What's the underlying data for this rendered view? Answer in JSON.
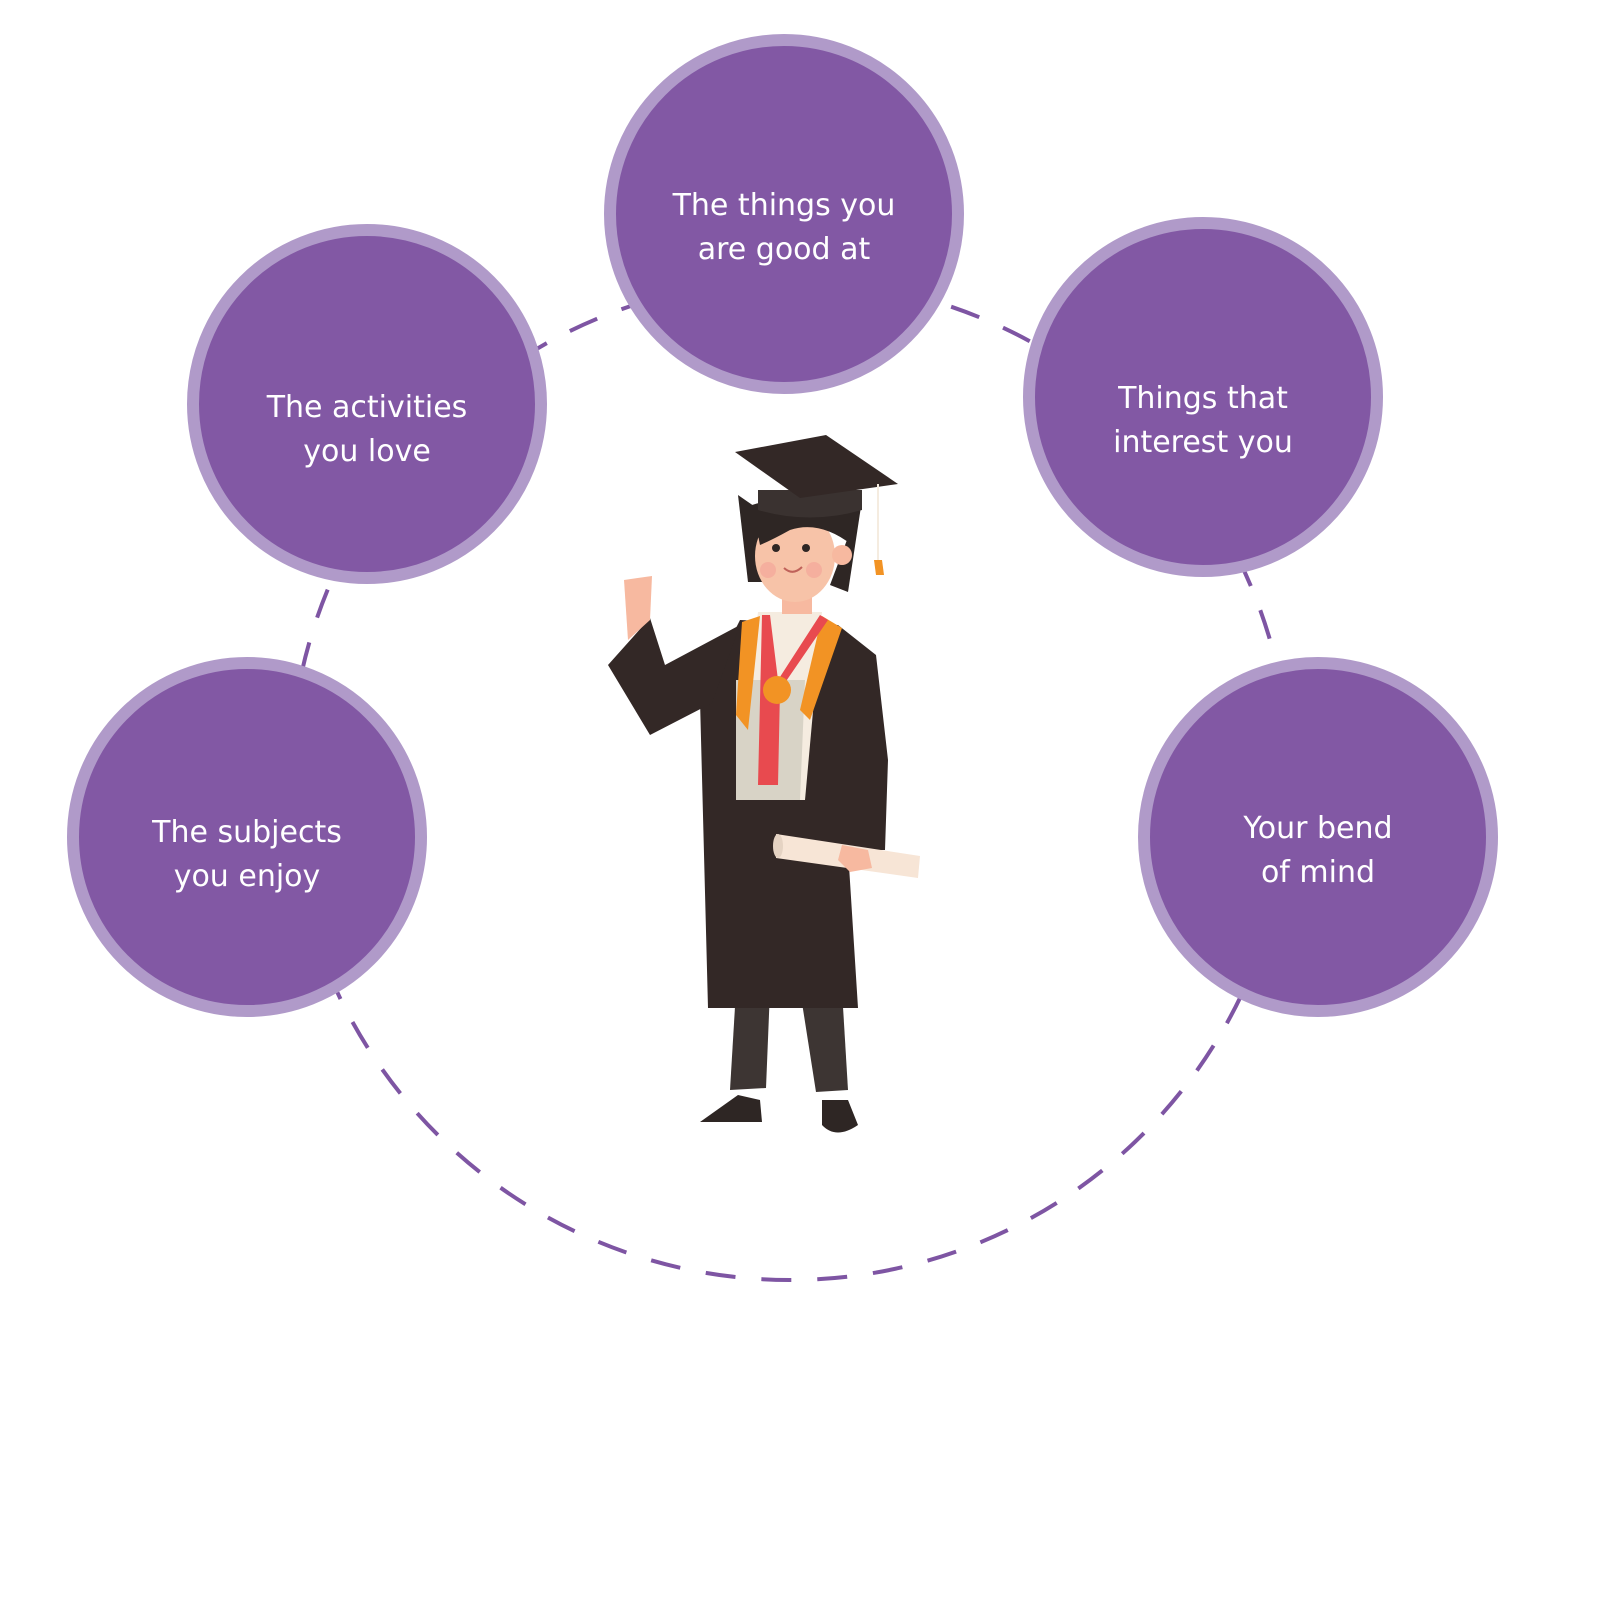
{
  "colors": {
    "fill": "#8258a4",
    "ring": "#b09ac9",
    "dash": "#7e55a3"
  },
  "bubbles": [
    {
      "id": "good-at",
      "lines": [
        "The things you",
        "are good at"
      ]
    },
    {
      "id": "activities",
      "lines": [
        "The activities",
        "you love"
      ]
    },
    {
      "id": "interest",
      "lines": [
        "Things that",
        "interest you"
      ]
    },
    {
      "id": "subjects",
      "lines": [
        "The subjects",
        "you enjoy"
      ]
    },
    {
      "id": "bend",
      "lines": [
        "Your bend",
        "of mind"
      ]
    }
  ],
  "illustration": {
    "icon": "graduate-student-illustration"
  }
}
